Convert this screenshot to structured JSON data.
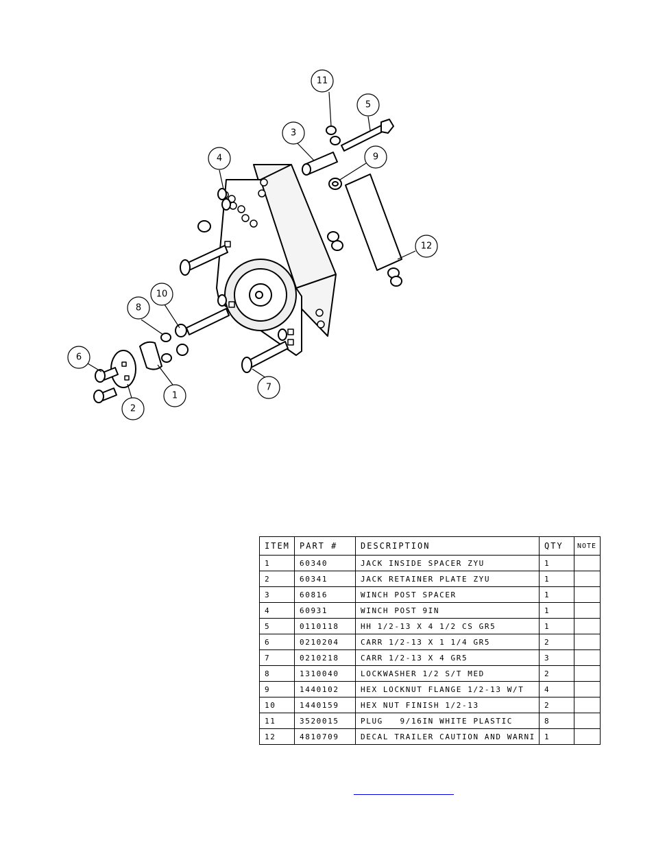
{
  "callouts": [
    "1",
    "2",
    "3",
    "4",
    "5",
    "6",
    "7",
    "8",
    "9",
    "10",
    "11",
    "12"
  ],
  "table": {
    "headers": {
      "item": "ITEM",
      "part": "PART #",
      "description": "DESCRIPTION",
      "qty": "QTY",
      "note": "NOTE"
    },
    "rows": [
      {
        "item": "1",
        "part": "60340",
        "description": "JACK INSIDE SPACER ZYU",
        "qty": "1",
        "note": ""
      },
      {
        "item": "2",
        "part": "60341",
        "description": "JACK RETAINER PLATE ZYU",
        "qty": "1",
        "note": ""
      },
      {
        "item": "3",
        "part": "60816",
        "description": "WINCH POST SPACER",
        "qty": "1",
        "note": ""
      },
      {
        "item": "4",
        "part": "60931",
        "description": "WINCH POST 9IN",
        "qty": "1",
        "note": ""
      },
      {
        "item": "5",
        "part": "0110118",
        "description": "HH 1/2-13 X 4 1/2 CS GR5",
        "qty": "1",
        "note": ""
      },
      {
        "item": "6",
        "part": "0210204",
        "description": "CARR 1/2-13 X 1 1/4 GR5",
        "qty": "2",
        "note": ""
      },
      {
        "item": "7",
        "part": "0210218",
        "description": "CARR 1/2-13 X 4 GR5",
        "qty": "3",
        "note": ""
      },
      {
        "item": "8",
        "part": "1310040",
        "description": "LOCKWASHER 1/2 S/T MED",
        "qty": "2",
        "note": ""
      },
      {
        "item": "9",
        "part": "1440102",
        "description": "HEX LOCKNUT FLANGE 1/2-13 W/T",
        "qty": "4",
        "note": ""
      },
      {
        "item": "10",
        "part": "1440159",
        "description": "HEX NUT FINISH 1/2-13",
        "qty": "2",
        "note": ""
      },
      {
        "item": "11",
        "part": "3520015",
        "description": "PLUG   9/16IN WHITE PLASTIC",
        "qty": "8",
        "note": ""
      },
      {
        "item": "12",
        "part": "4810709",
        "description": "DECAL TRAILER CAUTION AND WARNI",
        "qty": "1",
        "note": ""
      }
    ]
  },
  "colors": {
    "link_underline": "#0000ee",
    "line": "#000000"
  }
}
